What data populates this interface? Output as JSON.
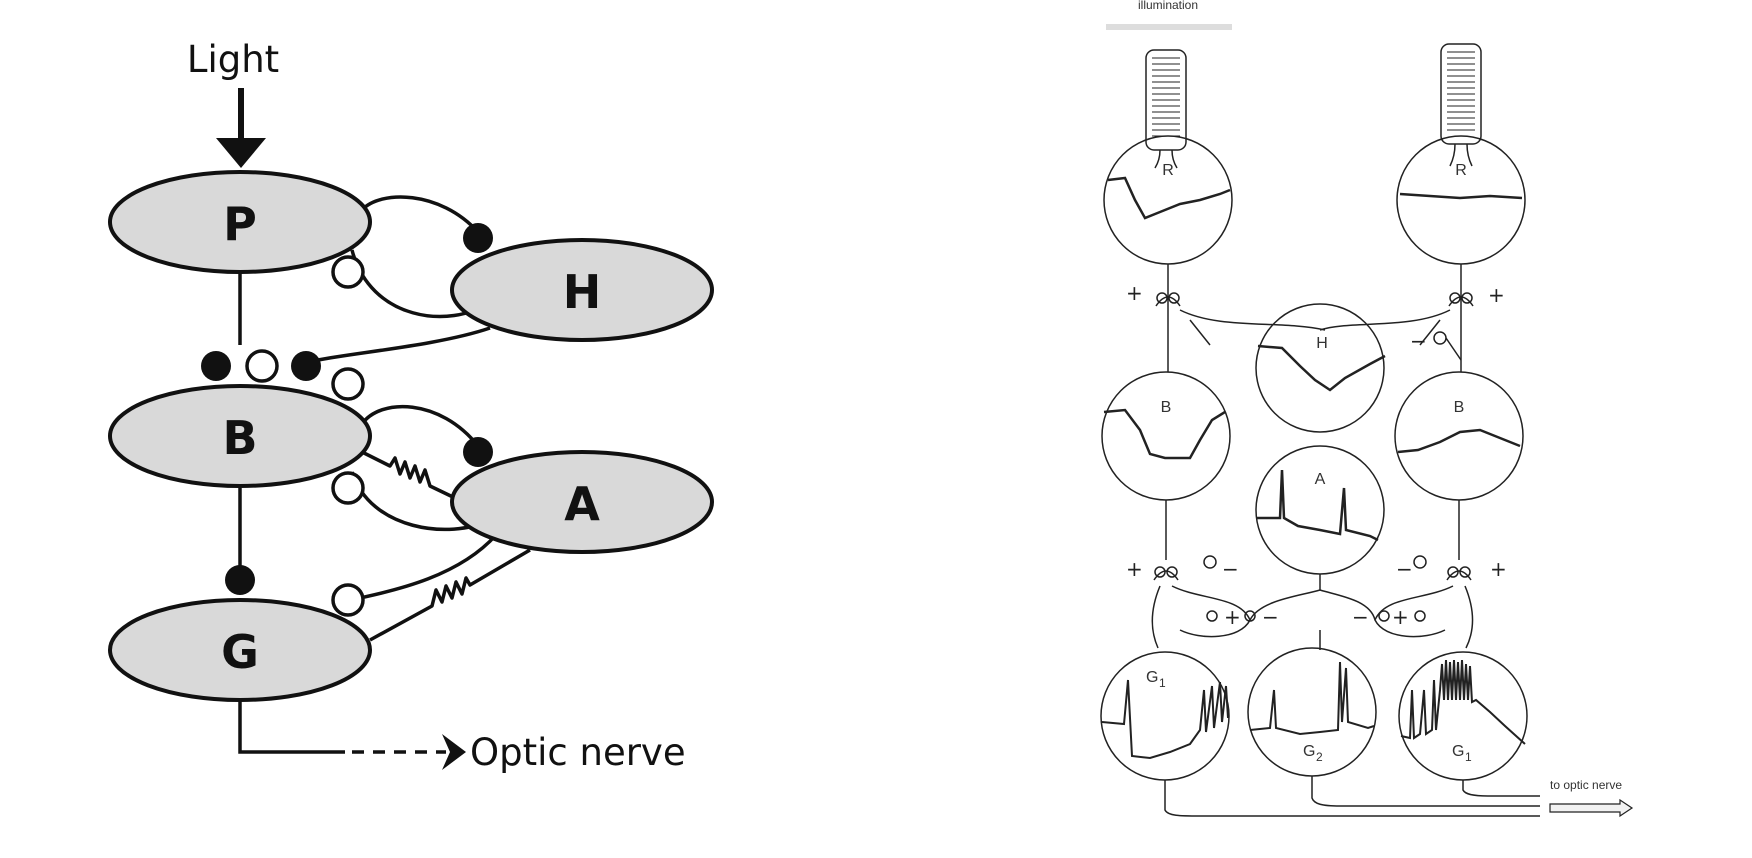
{
  "left_diagram": {
    "input_label": "Light",
    "output_label": "Optic nerve",
    "nodes": {
      "P": "P",
      "H": "H",
      "B": "B",
      "A": "A",
      "G": "G"
    },
    "fill_color": "#d9d9d9"
  },
  "right_diagram": {
    "top_label": "illumination",
    "output_label": "to optic nerve",
    "cells": {
      "R_left": "R",
      "R_right": "R",
      "H": "H",
      "B_left": "B",
      "B_right": "B",
      "A": "A",
      "G1_left": "G",
      "G1_left_sub": "1",
      "G2": "G",
      "G2_sub": "2",
      "G1_right": "G",
      "G1_right_sub": "1"
    },
    "signs": {
      "plus": "+",
      "minus": "−"
    }
  }
}
